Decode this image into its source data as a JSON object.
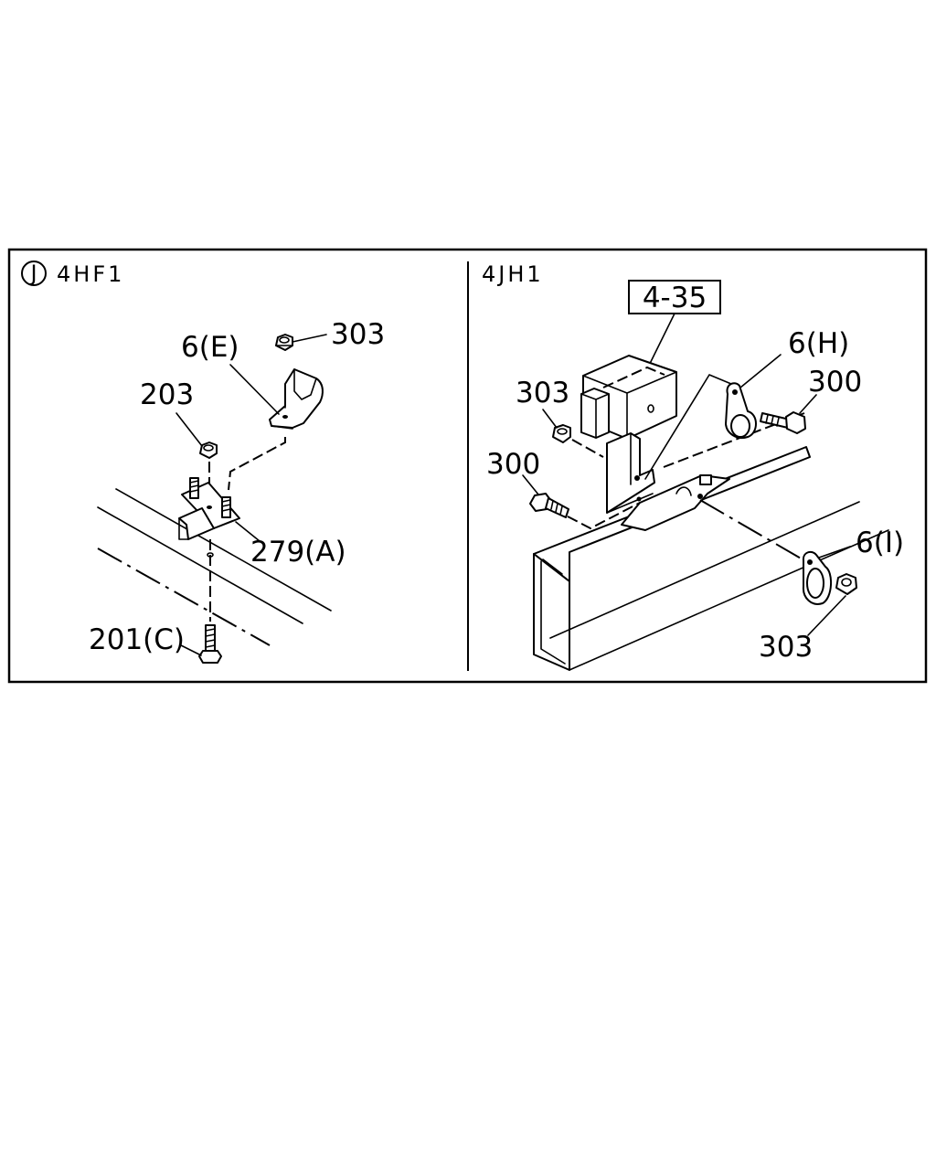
{
  "left_panel": {
    "circle_letter": "J",
    "title": "4HF1",
    "labels": {
      "bracket_6e": "6(E)",
      "nut_303": "303",
      "nut_203": "203",
      "stud_279a": "279(A)",
      "bolt_201c": "201(C)"
    }
  },
  "right_panel": {
    "title": "4JH1",
    "ref_box": "4-35",
    "labels": {
      "clamp_6h": "6(H)",
      "bolt_300_top": "300",
      "nut_303_left": "303",
      "bolt_300_left": "300",
      "clamp_6i": "6(I)",
      "nut_303_bottom": "303"
    }
  }
}
